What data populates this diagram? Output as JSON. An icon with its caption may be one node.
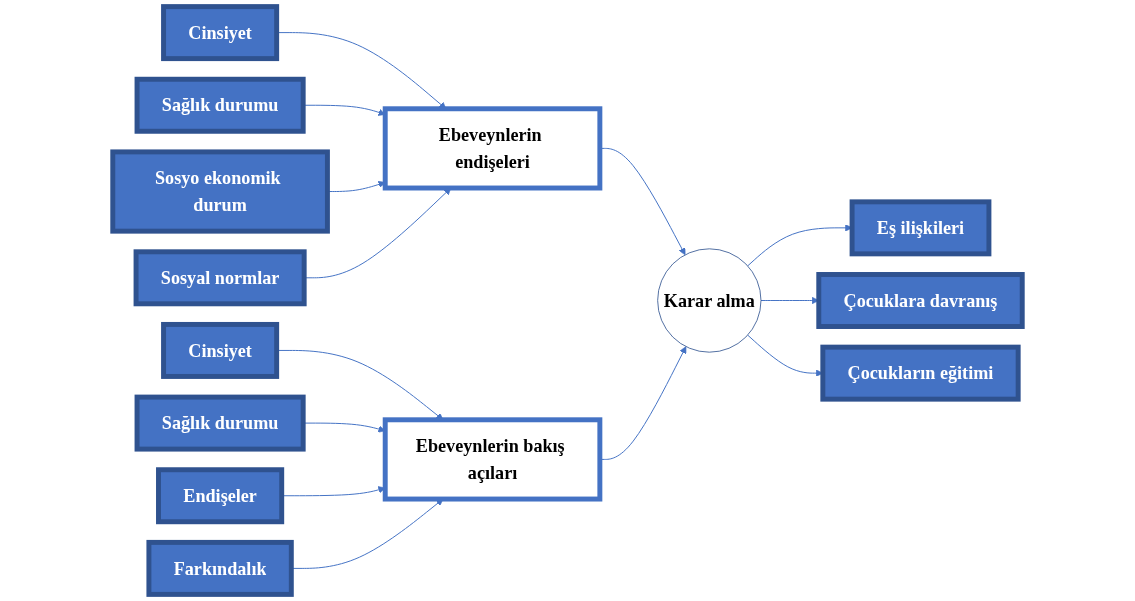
{
  "diagram": {
    "nodes": [
      {
        "text": [
          "Cinsiyet"
        ]
      },
      {
        "text": [
          "Sağlık durumu"
        ]
      },
      {
        "text": [
          "Sosyo ekonomik durum"
        ]
      },
      {
        "text": [
          "Sosyal normlar"
        ]
      },
      {
        "text": [
          "Ebeveynlerin endişeleri"
        ]
      },
      {
        "text": [
          "Ebeveynlerin bakış açıları"
        ]
      },
      {
        "text": [
          "Karar alma"
        ]
      },
      {
        "text": [
          "Eş ilişkileri"
        ]
      },
      {
        "text": [
          "Çocuklara davranış"
        ]
      },
      {
        "text": [
          "Çocukların eğitimi"
        ]
      },
      {
        "text": [
          "Cinsiyet"
        ]
      },
      {
        "text": [
          "Sağlık durumu"
        ]
      },
      {
        "text": [
          "Endişeler"
        ]
      },
      {
        "text": [
          "Farkındalık"
        ]
      }
    ],
    "edges": [
      {
        "from": 0,
        "to": 4,
        "arrow": "to"
      },
      {
        "from": 1,
        "to": 4,
        "arrow": "to"
      },
      {
        "from": 2,
        "to": 4,
        "arrow": "to"
      },
      {
        "from": 3,
        "to": 4,
        "arrow": "to"
      },
      {
        "from": 4,
        "to": 6,
        "arrow": "to"
      },
      {
        "from": 5,
        "to": 6,
        "arrow": "to"
      },
      {
        "from": 6,
        "to": 7,
        "arrow": "to"
      },
      {
        "from": 6,
        "to": 8,
        "arrow": "to"
      },
      {
        "from": 6,
        "to": 9,
        "arrow": "to"
      },
      {
        "from": 10,
        "to": 5,
        "arrow": "to"
      },
      {
        "from": 11,
        "to": 5,
        "arrow": "to"
      },
      {
        "from": 12,
        "to": 5,
        "arrow": "to"
      },
      {
        "from": 13,
        "to": 5,
        "arrow": "to"
      }
    ]
  }
}
